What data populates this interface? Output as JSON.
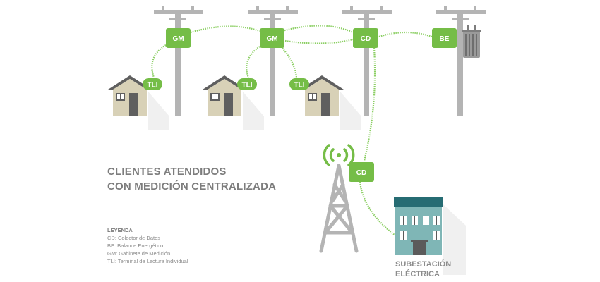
{
  "title": {
    "line1": "CLIENTES ATENDIDOS",
    "line2": "CON MEDICIÓN CENTRALIZADA"
  },
  "legend": {
    "heading": "LEYENDA",
    "items": [
      "CD: Colector de Datos",
      "BE: Balance Energético",
      "GM: Gabinete de Medición",
      "TLI: Terminal de Lectura Individual"
    ]
  },
  "substation": {
    "line1": "SUBESTACIÓN",
    "line2": "ELÉCTRICA"
  },
  "labels": {
    "gm": "GM",
    "cd": "CD",
    "be": "BE",
    "tli": "TLI"
  },
  "colors": {
    "green": "#75bd47",
    "pole": "#b4b4b4",
    "house_wall": "#d8d1b7",
    "house_roof": "#5f5f5f",
    "building": "#7fb6b6",
    "building_roof": "#266c73",
    "data_link": "#8ccf64"
  }
}
